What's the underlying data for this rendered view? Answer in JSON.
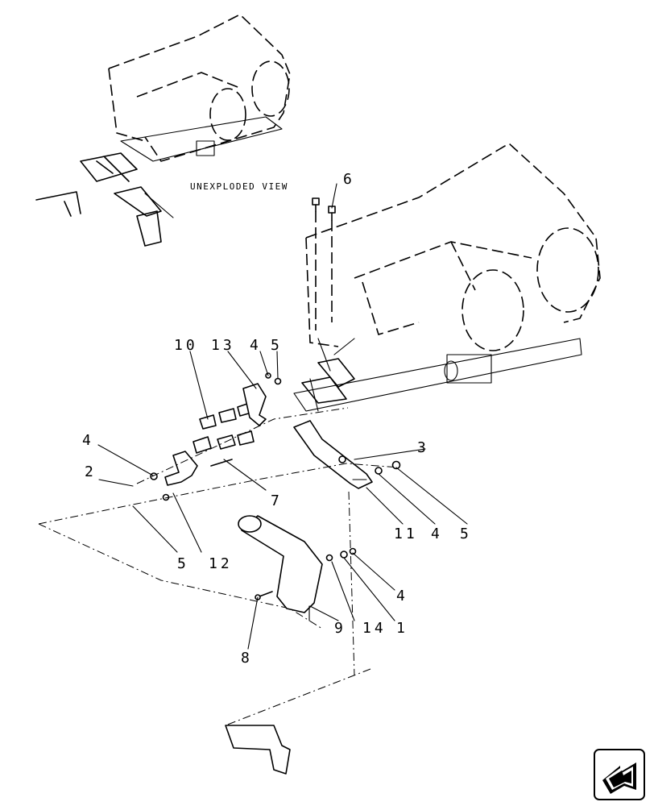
{
  "caption": "UNEXPLODED VIEW",
  "callouts": {
    "c6": "6",
    "c10": "10",
    "c13": "13",
    "c4a": "4",
    "c5a": "5",
    "c4b": "4",
    "c2": "2",
    "c7": "7",
    "c5b": "5",
    "c12": "12",
    "c3": "3",
    "c11": "11",
    "c4c": "4",
    "c5c": "5",
    "c4d": "4",
    "c14": "14",
    "c1": "1",
    "c9": "9",
    "c8": "8"
  }
}
